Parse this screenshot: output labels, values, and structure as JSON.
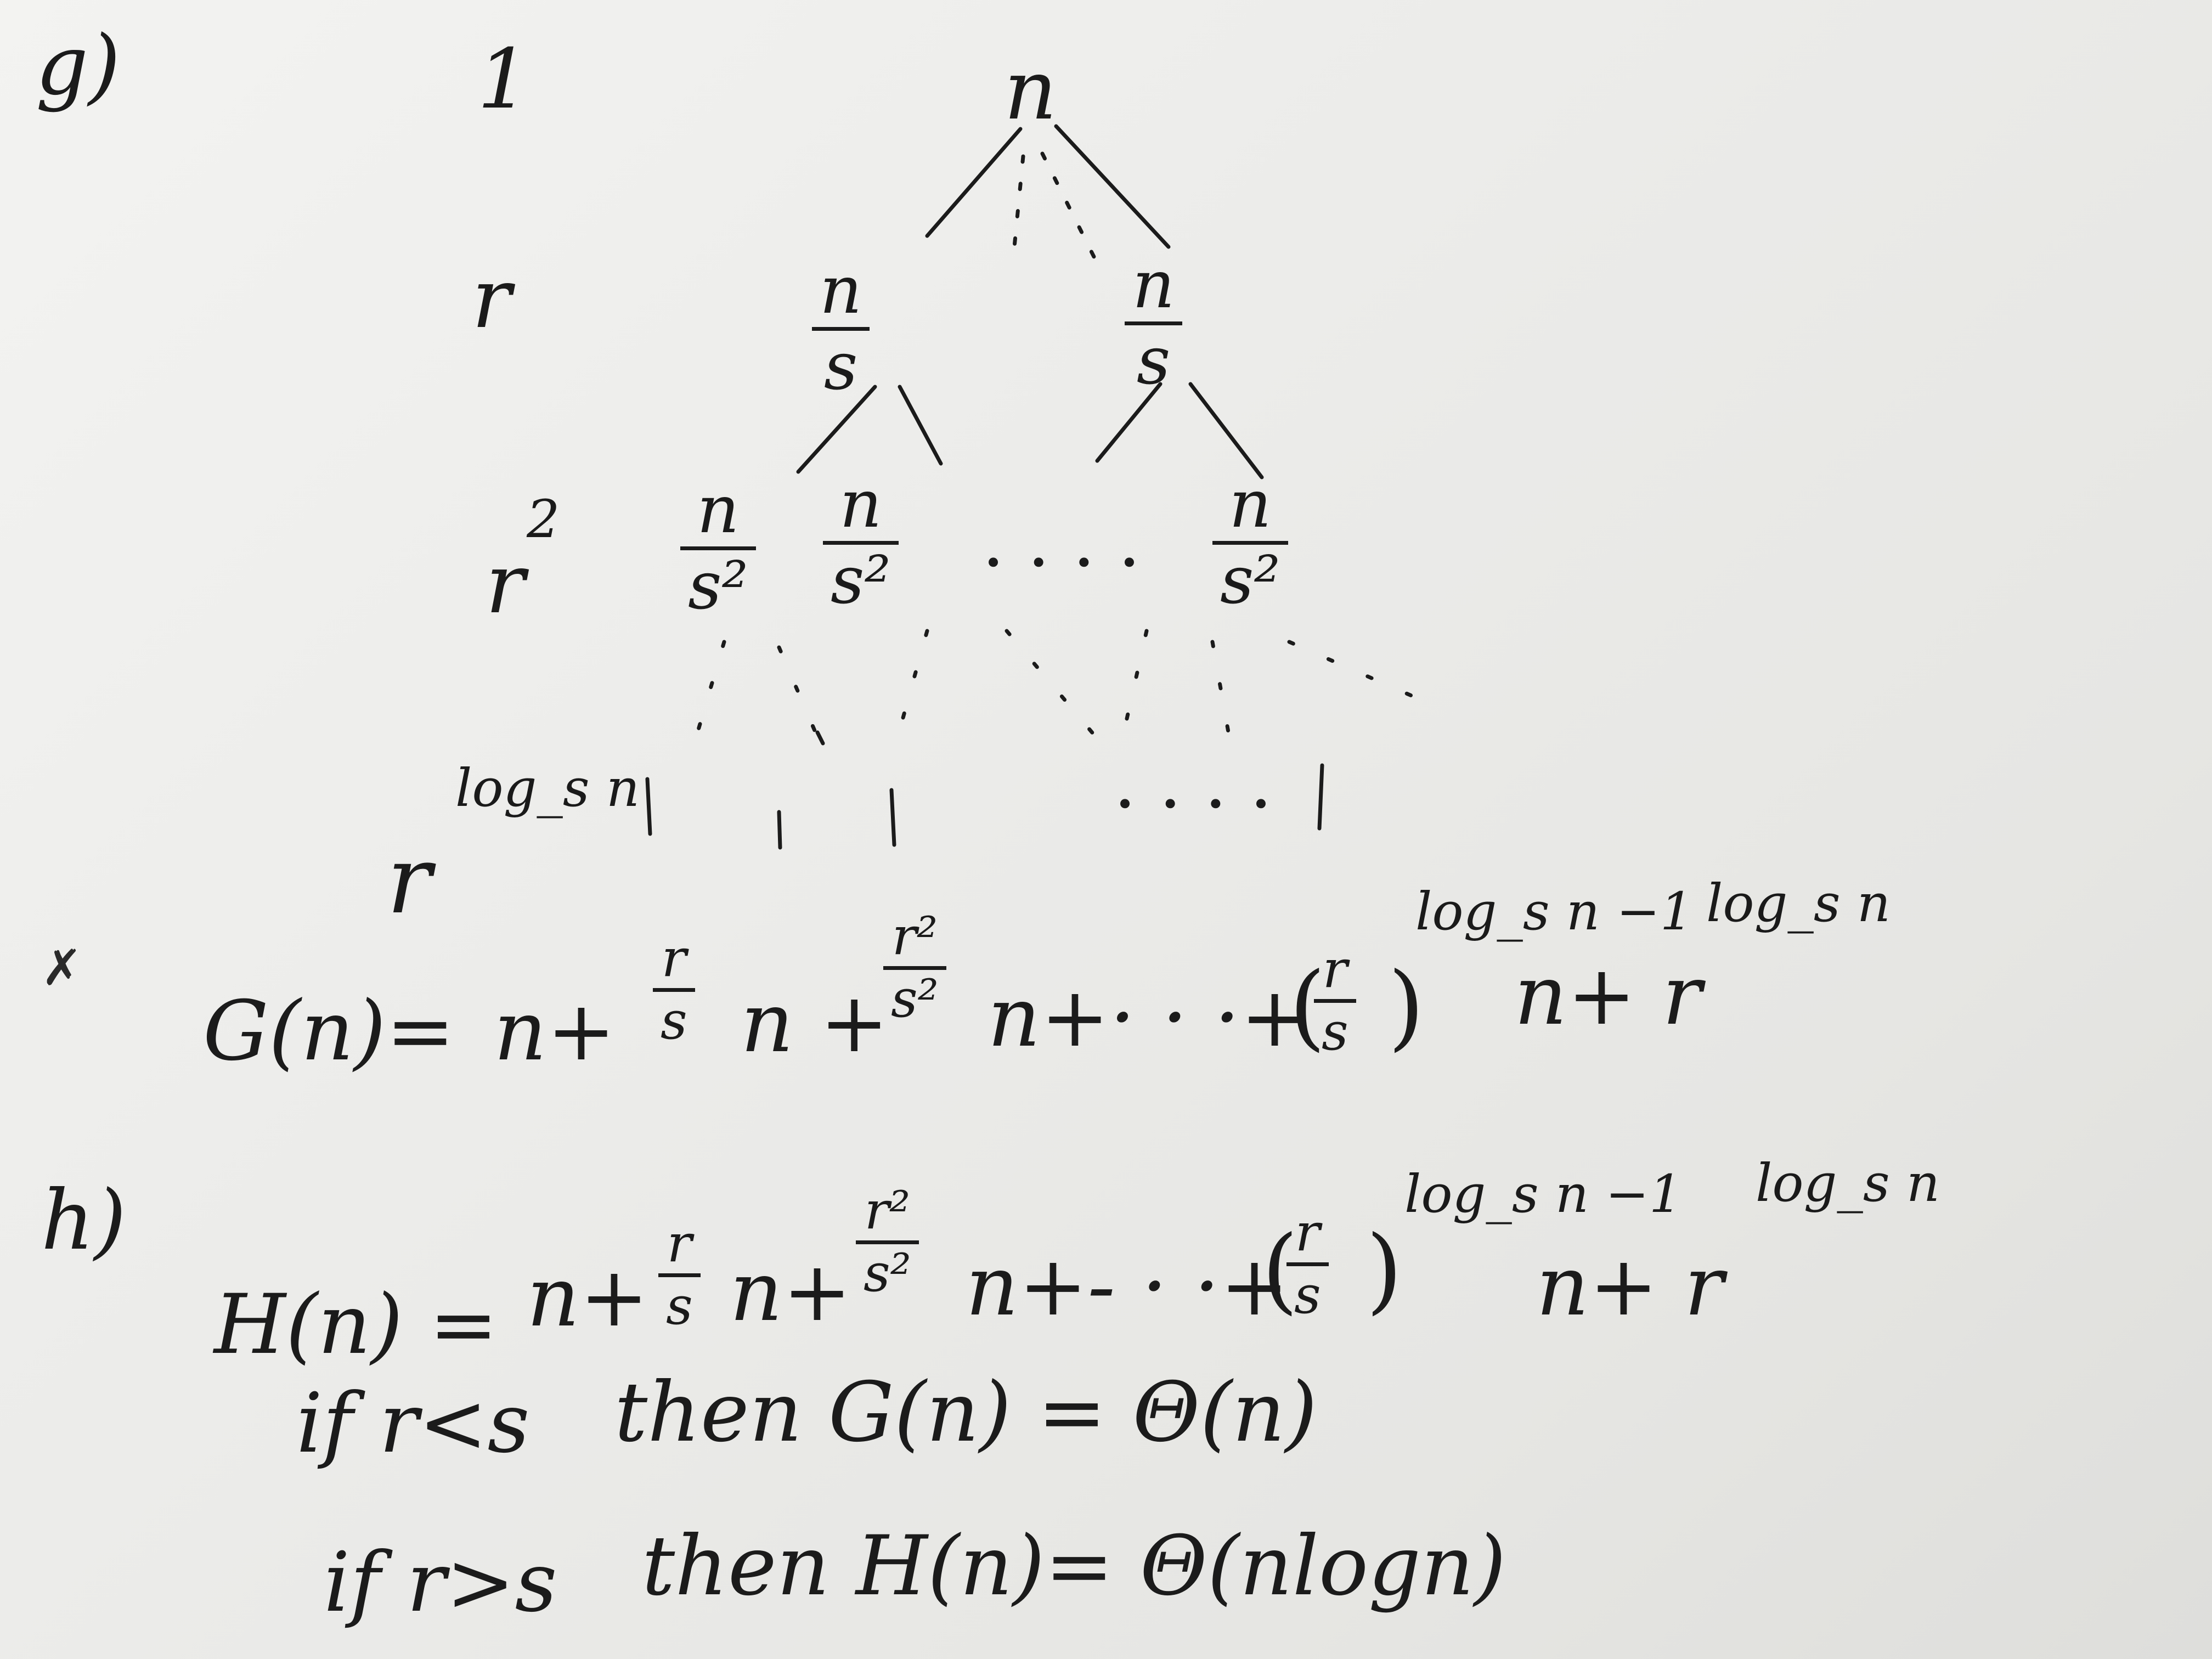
{
  "part_g": {
    "label": "g)",
    "level_0": {
      "factor": "1",
      "node": "n"
    },
    "level_1": {
      "factor": "r",
      "node_num": "n",
      "node_den": "s"
    },
    "level_2": {
      "factor_base": "r",
      "factor_exp": "2",
      "node_num": "n",
      "node_den_1": "s²",
      "node_den_2": "s²",
      "node_den_3": "s²",
      "dots": "· · · ·"
    },
    "leaf_level": {
      "factor_base": "r",
      "factor_exp": "log_s n",
      "leaves": "| | |",
      "dots": "· · · ·"
    },
    "equation": {
      "lhs": "G(n)=",
      "t1": "n+",
      "t2_num": "r",
      "t2_den": "s",
      "t2_tail": "n +",
      "t3_num": "r²",
      "t3_den": "s²",
      "t3_tail": "n+· · ·+",
      "t4_num": "r",
      "t4_den": "s",
      "t4_exp": "log_s n −1",
      "t5": "n+ r",
      "t5_exp": "log_s n"
    }
  },
  "part_h": {
    "label": "h)",
    "equation": {
      "lhs": "H(n) =",
      "t1": "n+",
      "t2_num": "r",
      "t2_den": "s",
      "t2_tail": "n+",
      "t3_num": "r²",
      "t3_den": "s²",
      "t3_tail": "n+- · ·+",
      "t4_num": "r",
      "t4_den": "s",
      "t4_exp": "log_s n −1",
      "t5": "n+ r",
      "t5_exp": "log_s n"
    },
    "case_1": {
      "condition": "if r<s",
      "conclusion": "then G(n) = Θ(n)"
    },
    "case_2": {
      "condition": "if r>s",
      "conclusion": "then H(n)= Θ(nlogn)"
    }
  }
}
